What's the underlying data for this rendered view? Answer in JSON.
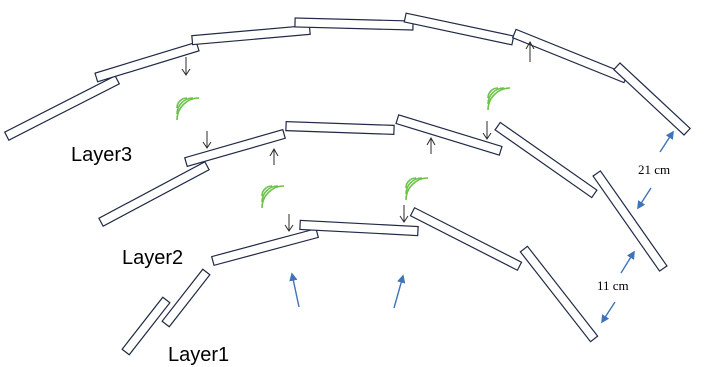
{
  "labels": {
    "layer1": "Layer1",
    "layer2": "Layer2",
    "layer3": "Layer3"
  },
  "dimensions": {
    "layer_gap_outer": "21 cm",
    "layer_gap_inner": "11 cm"
  },
  "colors": {
    "plate_stroke": "#1f2a44",
    "arrow_blue": "#3f74b8",
    "wave_green": "#6cc24a",
    "arrow_dark": "#2b2b2b"
  }
}
